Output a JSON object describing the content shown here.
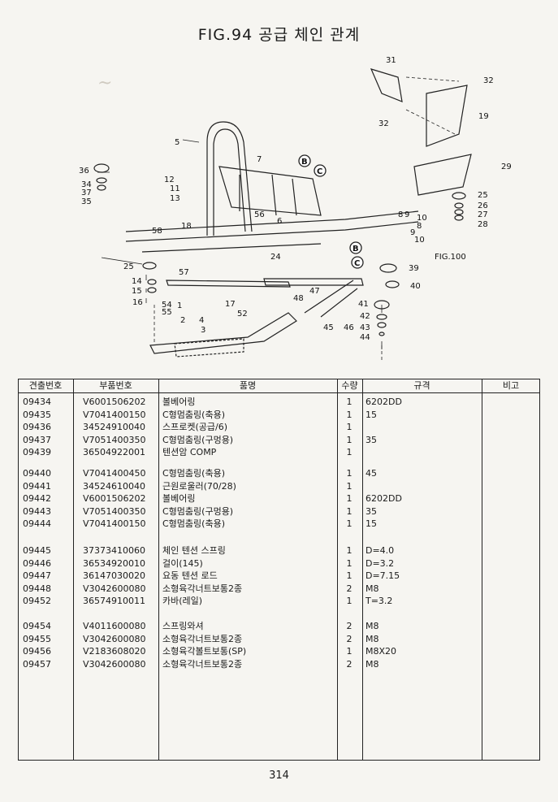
{
  "figure_title": "FIG.94 공급 체인 관계",
  "callouts": [
    "31",
    "32",
    "19",
    "32",
    "5",
    "7",
    "36",
    "34",
    "37",
    "35",
    "12",
    "11",
    "13",
    "29",
    "25",
    "26",
    "27",
    "28",
    "8",
    "9",
    "10",
    "10",
    "8",
    "9",
    "56",
    "6",
    "58",
    "18",
    "24",
    "FIG.100",
    "25",
    "57",
    "39",
    "40",
    "14",
    "15",
    "16",
    "17",
    "52",
    "48",
    "47",
    "54",
    "55",
    "1",
    "2",
    "4",
    "3",
    "41",
    "42",
    "43",
    "44",
    "45",
    "46"
  ],
  "table": {
    "headers": [
      "견출번호",
      "부품번호",
      "품명",
      "수량",
      "규격",
      "비고"
    ],
    "groups": [
      [
        {
          "code": "09434",
          "part_no": "V6001506202",
          "name": "볼베어링",
          "qty": "1",
          "spec": "6202DD"
        },
        {
          "code": "09435",
          "part_no": "V7041400150",
          "name": "C형멈춤링(축용)",
          "qty": "1",
          "spec": "15"
        },
        {
          "code": "09436",
          "part_no": "34524910040",
          "name": "스프로켓(공급/6)",
          "qty": "1",
          "spec": ""
        },
        {
          "code": "09437",
          "part_no": "V7051400350",
          "name": "C형멈춤링(구멍용)",
          "qty": "1",
          "spec": "35"
        },
        {
          "code": "09439",
          "part_no": "36504922001",
          "name": "텐션암 COMP",
          "qty": "1",
          "spec": ""
        }
      ],
      [
        {
          "code": "09440",
          "part_no": "V7041400450",
          "name": "C형멈춤링(축용)",
          "qty": "1",
          "spec": "45"
        },
        {
          "code": "09441",
          "part_no": "34524610040",
          "name": "근원로울러(70/28)",
          "qty": "1",
          "spec": ""
        },
        {
          "code": "09442",
          "part_no": "V6001506202",
          "name": "볼베어링",
          "qty": "1",
          "spec": "6202DD"
        },
        {
          "code": "09443",
          "part_no": "V7051400350",
          "name": "C형멈춤링(구멍용)",
          "qty": "1",
          "spec": "35"
        },
        {
          "code": "09444",
          "part_no": "V7041400150",
          "name": "C형멈춤링(축용)",
          "qty": "1",
          "spec": "15"
        }
      ],
      [
        {
          "code": "09445",
          "part_no": "37373410060",
          "name": "체인 텐션 스프링",
          "qty": "1",
          "spec": "D=4.0"
        },
        {
          "code": "09446",
          "part_no": "36534920010",
          "name": "걸이(145)",
          "qty": "1",
          "spec": "D=3.2"
        },
        {
          "code": "09447",
          "part_no": "36147030020",
          "name": "요동 텐션 로드",
          "qty": "1",
          "spec": "D=7.15"
        },
        {
          "code": "09448",
          "part_no": "V3042600080",
          "name": "소형육각너트보통2종",
          "qty": "2",
          "spec": "M8"
        },
        {
          "code": "09452",
          "part_no": "36574910011",
          "name": "카바(레일)",
          "qty": "1",
          "spec": "T=3.2"
        }
      ],
      [
        {
          "code": "09454",
          "part_no": "V4011600080",
          "name": "스프링와셔",
          "qty": "2",
          "spec": "M8"
        },
        {
          "code": "09455",
          "part_no": "V3042600080",
          "name": "소형육각너트보통2종",
          "qty": "2",
          "spec": "M8"
        },
        {
          "code": "09456",
          "part_no": "V2183608020",
          "name": "소형육각볼트보통(SP)",
          "qty": "1",
          "spec": "M8X20"
        },
        {
          "code": "09457",
          "part_no": "V3042600080",
          "name": "소형육각너트보통2종",
          "qty": "2",
          "spec": "M8"
        }
      ]
    ]
  },
  "page_number": "314"
}
